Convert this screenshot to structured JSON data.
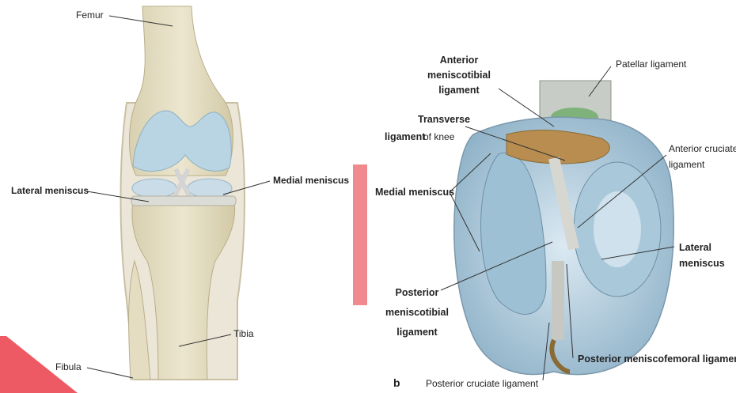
{
  "left_figure": {
    "labels": {
      "femur": "Femur",
      "lateral_meniscus": "Lateral meniscus",
      "medial_meniscus": "Medial meniscus",
      "tibia": "Tibia",
      "fibula": "Fibula"
    }
  },
  "right_figure": {
    "panel_letter": "b",
    "labels": {
      "anterior_meniscotibial": [
        "Anterior",
        "meniscotibial",
        "ligament"
      ],
      "patellar_ligament": "Patellar ligament",
      "transverse_ligament": [
        "Transverse",
        "ligament",
        "of knee"
      ],
      "anterior_cruciate": [
        "Anterior cruciate",
        "ligament"
      ],
      "medial_meniscus": "Medial meniscus",
      "lateral_meniscus": [
        "Lateral",
        "meniscus"
      ],
      "posterior_meniscotibial": [
        "Posterior",
        "meniscotibial",
        "ligament"
      ],
      "posterior_meniscofemoral": "Posterior meniscofemoral ligaments",
      "posterior_cruciate": "Posterior cruciate ligament"
    }
  },
  "colors": {
    "bone": "#e3dcc0",
    "cartilage": "#b9d4e2",
    "meniscus": "#c9dce8",
    "accent": "#f08a8f"
  }
}
